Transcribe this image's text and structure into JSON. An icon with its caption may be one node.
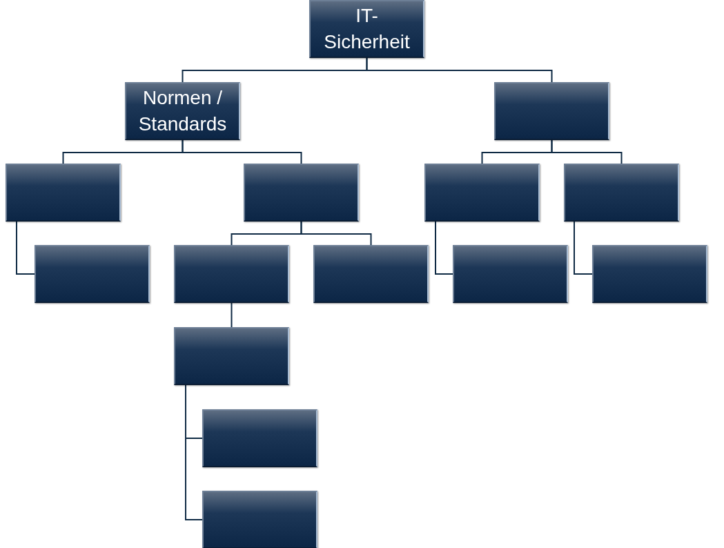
{
  "diagram": {
    "nodes": [
      {
        "text": [
          "IT-Sicherheit"
        ]
      },
      {
        "text": [
          "Normen / Standards"
        ]
      },
      {
        "text": [],
        "shape": "box"
      },
      {
        "text": [],
        "shape": "box"
      },
      {
        "text": [],
        "shape": "box"
      },
      {
        "text": [],
        "shape": "box"
      },
      {
        "text": [],
        "shape": "box"
      },
      {
        "text": [],
        "shape": "box"
      },
      {
        "text": [],
        "shape": "box"
      },
      {
        "text": [],
        "shape": "box"
      },
      {
        "text": [],
        "shape": "box"
      },
      {
        "text": [],
        "shape": "box"
      },
      {
        "text": [],
        "shape": "box"
      },
      {
        "text": [],
        "shape": "box"
      },
      {
        "text": [],
        "shape": "box"
      }
    ],
    "edges": [
      {
        "from": 0,
        "to": 1,
        "arrow": "none"
      },
      {
        "from": 0,
        "to": 2,
        "arrow": "none"
      },
      {
        "from": 1,
        "to": 3,
        "arrow": "none"
      },
      {
        "from": 1,
        "to": 4,
        "arrow": "none"
      },
      {
        "from": 2,
        "to": 5,
        "arrow": "none"
      },
      {
        "from": 2,
        "to": 6,
        "arrow": "none"
      },
      {
        "from": 3,
        "to": 7,
        "arrow": "none"
      },
      {
        "from": 4,
        "to": 8,
        "arrow": "none"
      },
      {
        "from": 4,
        "to": 9,
        "arrow": "none"
      },
      {
        "from": 5,
        "to": 10,
        "arrow": "none"
      },
      {
        "from": 6,
        "to": 11,
        "arrow": "none"
      },
      {
        "from": 8,
        "to": 12,
        "arrow": "none"
      },
      {
        "from": 12,
        "to": 13,
        "arrow": "none"
      },
      {
        "from": 12,
        "to": 14,
        "arrow": "none"
      }
    ]
  }
}
